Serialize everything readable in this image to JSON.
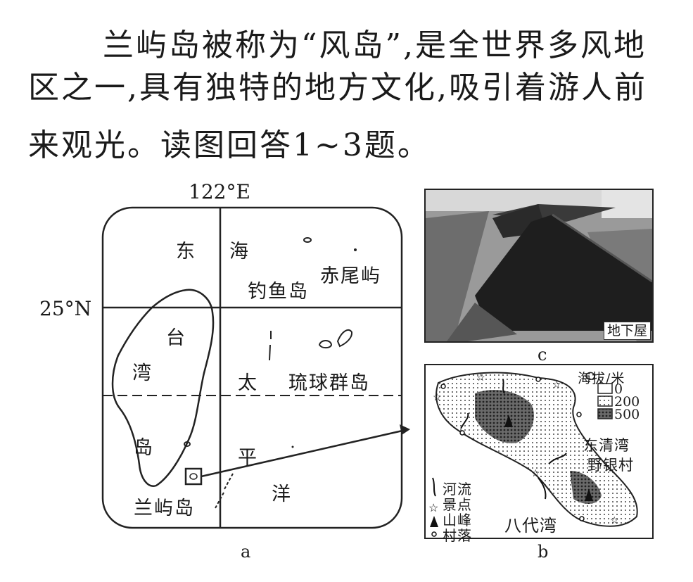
{
  "question": {
    "line1": "兰屿岛被称为“风岛”,是全世界多风地",
    "line2": "区之一,具有独特的地方文化,吸引着游人前",
    "line3": "来观光。读图回答1~3题。"
  },
  "map_a": {
    "caption": "a",
    "lon_label": "122°E",
    "lat_label": "25°N",
    "sea_east_1": "东",
    "sea_east_2": "海",
    "diaoyu": "钓鱼岛",
    "chiwei": "赤尾屿",
    "taiwan_1": "台",
    "taiwan_2": "湾",
    "taiwan_3": "岛",
    "ryukyu": "琉球群岛",
    "pacific_1": "太",
    "pacific_2": "平",
    "pacific_3": "洋",
    "lanyu": "兰屿岛"
  },
  "photo_c": {
    "caption": "c",
    "tag": "地下屋"
  },
  "map_b": {
    "caption": "b",
    "elevation_title": "海拔/米",
    "elevation_levels": [
      "0",
      "200",
      "500"
    ],
    "east_bay": "东清湾",
    "village": "野银村",
    "bay_8": "八代湾",
    "legend": {
      "river": "河流",
      "scenic": "景点",
      "peak": "山峰",
      "village": "村落"
    }
  }
}
